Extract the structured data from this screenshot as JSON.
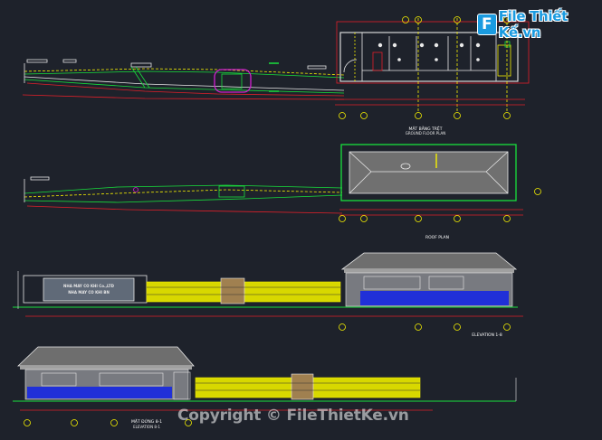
{
  "logo": {
    "mark": "F",
    "text": "File Thiết Kế.vn"
  },
  "watermark": {
    "text": "Copyright © FileThietKe.vn"
  },
  "floor_plan": {
    "title": "MẶT BẰNG TRỆT",
    "subtitle": "GROUND FLOOR PLAN"
  },
  "roof_plan": {
    "title": "ROOF PLAN"
  },
  "elevation_a": {
    "title": "ELEVATION 1-8"
  },
  "elevation_b": {
    "title": "MẶT ĐỨNG 8-1",
    "subtitle": "ELEVATION 8-1"
  },
  "sign": {
    "line1": "NHA MAY CO KHI Co.,LTD",
    "line2": "NHA MAY CO KHI BN"
  },
  "colors": {
    "background": "#1e222b",
    "cad_red": "#e0202a",
    "cad_green": "#18e03c",
    "cad_yellow": "#f5f000",
    "cad_blue": "#2030d8",
    "cad_white": "#e8e8e8",
    "cad_magenta": "#d020d0",
    "logo_blue": "#1a9be0"
  }
}
